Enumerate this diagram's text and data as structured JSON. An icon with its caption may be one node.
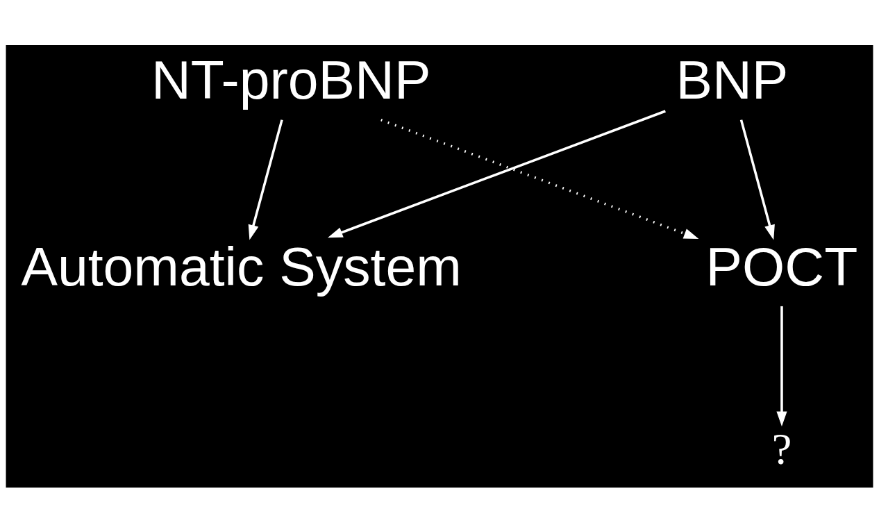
{
  "diagram": {
    "nodes": [
      {
        "text": [
          "NT-proBNP"
        ]
      },
      {
        "text": [
          "BNP"
        ]
      },
      {
        "text": [
          "Automatic System"
        ]
      },
      {
        "text": [
          "POCT"
        ]
      },
      {
        "text": [
          "?"
        ]
      }
    ],
    "edges": [
      {
        "from": 0,
        "to": 2,
        "arrow": "to"
      },
      {
        "from": 1,
        "to": 2,
        "arrow": "to"
      },
      {
        "from": 0,
        "to": 3,
        "arrow": "to",
        "style": "dashed"
      },
      {
        "from": 1,
        "to": 3,
        "arrow": "to"
      },
      {
        "from": 3,
        "to": 4,
        "arrow": "to"
      }
    ]
  }
}
